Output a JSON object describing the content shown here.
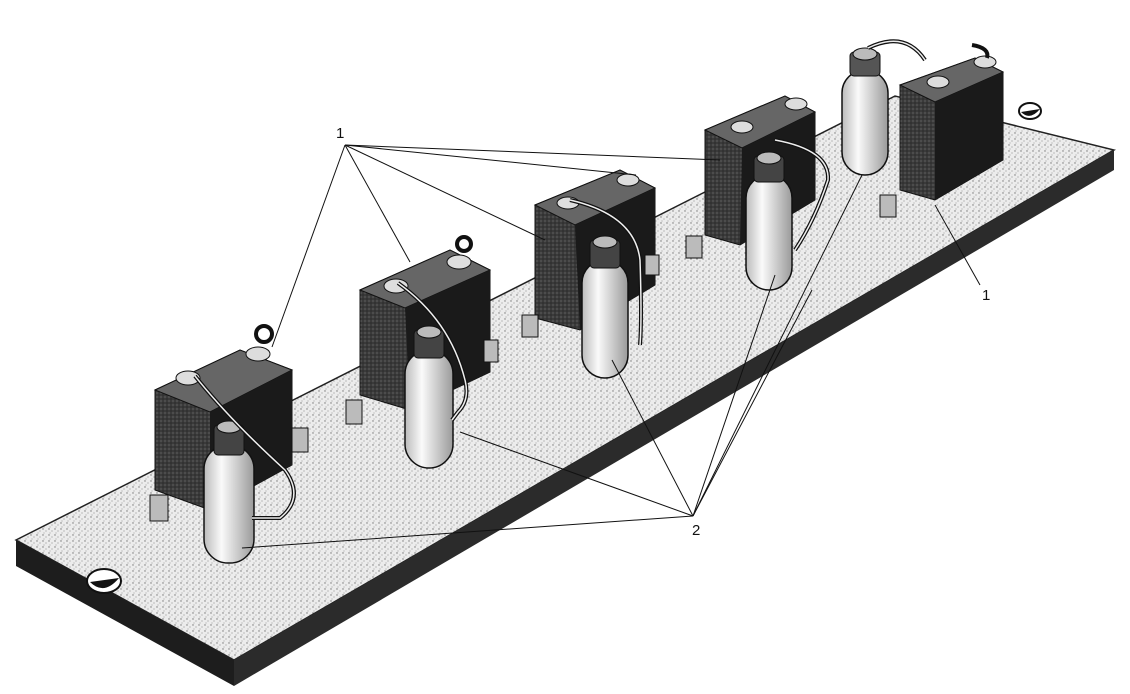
{
  "figure": {
    "callout_1_label": "1",
    "callout_2_label": "2"
  },
  "parts": {
    "capacitor_count": 5,
    "fuse_count": 5,
    "board_color": "#e9e9e9",
    "capacitor_color": "#2a2a2a",
    "fuse_color": "#f2f2f2"
  }
}
